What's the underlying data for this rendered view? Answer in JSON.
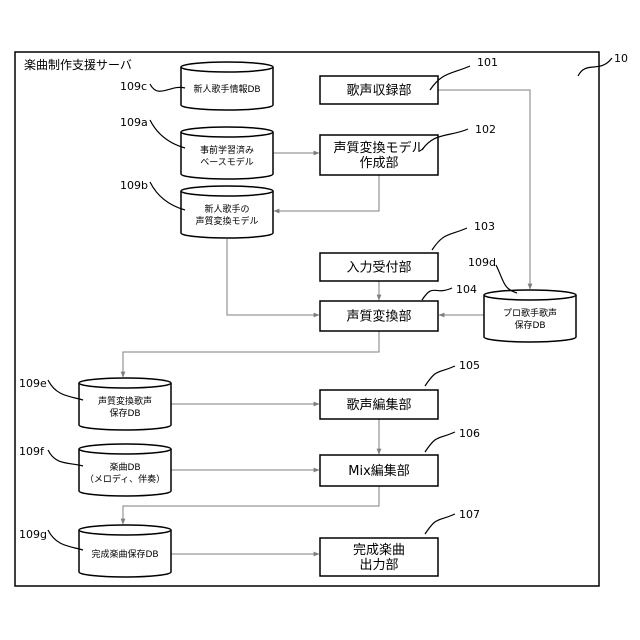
{
  "server": {
    "title": "楽曲制作支援サーバ",
    "ref": "10"
  },
  "units": [
    {
      "id": "u101",
      "ref": "101",
      "lines": [
        "歌声収録部"
      ]
    },
    {
      "id": "u102",
      "ref": "102",
      "lines": [
        "声質変換モデル",
        "作成部"
      ]
    },
    {
      "id": "u103",
      "ref": "103",
      "lines": [
        "入力受付部"
      ]
    },
    {
      "id": "u104",
      "ref": "104",
      "lines": [
        "声質変換部"
      ]
    },
    {
      "id": "u105",
      "ref": "105",
      "lines": [
        "歌声編集部"
      ]
    },
    {
      "id": "u106",
      "ref": "106",
      "lines": [
        "Mix編集部"
      ]
    },
    {
      "id": "u107",
      "ref": "107",
      "lines": [
        "完成楽曲",
        "出力部"
      ]
    }
  ],
  "databases": [
    {
      "id": "db109c",
      "ref": "109c",
      "lines": [
        "新人歌手情報DB"
      ]
    },
    {
      "id": "db109a",
      "ref": "109a",
      "lines": [
        "事前学習済み",
        "ベースモデル"
      ]
    },
    {
      "id": "db109b",
      "ref": "109b",
      "lines": [
        "新人歌手の",
        "声質変換モデル"
      ]
    },
    {
      "id": "db109d",
      "ref": "109d",
      "lines": [
        "プロ歌手歌声",
        "保存DB"
      ]
    },
    {
      "id": "db109e",
      "ref": "109e",
      "lines": [
        "声質変換歌声",
        "保存DB"
      ]
    },
    {
      "id": "db109f",
      "ref": "109f",
      "lines": [
        "楽曲DB",
        "（メロディ、伴奏）"
      ]
    },
    {
      "id": "db109g",
      "ref": "109g",
      "lines": [
        "完成楽曲保存DB"
      ]
    }
  ],
  "colors": {
    "line": "#000000",
    "arrow": "#7f7f7f",
    "fill": "#ffffff"
  }
}
